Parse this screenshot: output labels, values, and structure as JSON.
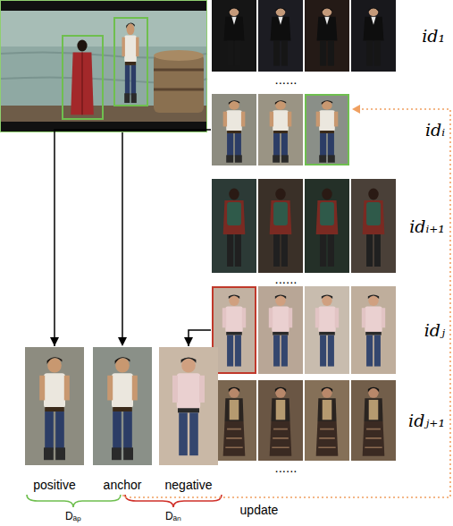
{
  "diagram": {
    "nodes": [
      {
        "text": [
          "positive"
        ]
      },
      {
        "text": [
          "anchor"
        ]
      },
      {
        "text": [
          "negative"
        ]
      },
      {
        "text": [
          "id₁"
        ]
      },
      {
        "text": [
          "idᵢ"
        ]
      },
      {
        "text": [
          "idᵢ₊₁"
        ]
      },
      {
        "text": [
          "idⱼ"
        ]
      },
      {
        "text": [
          "idⱼ₊₁"
        ]
      }
    ],
    "edges": [
      {
        "from": 4,
        "to": 0,
        "arrow": "to"
      },
      {
        "from": 6,
        "to": 2,
        "arrow": "to"
      }
    ],
    "labels": [
      "......",
      "......",
      "......",
      "Dₐₚ",
      "Dₐₙ",
      "update"
    ]
  }
}
